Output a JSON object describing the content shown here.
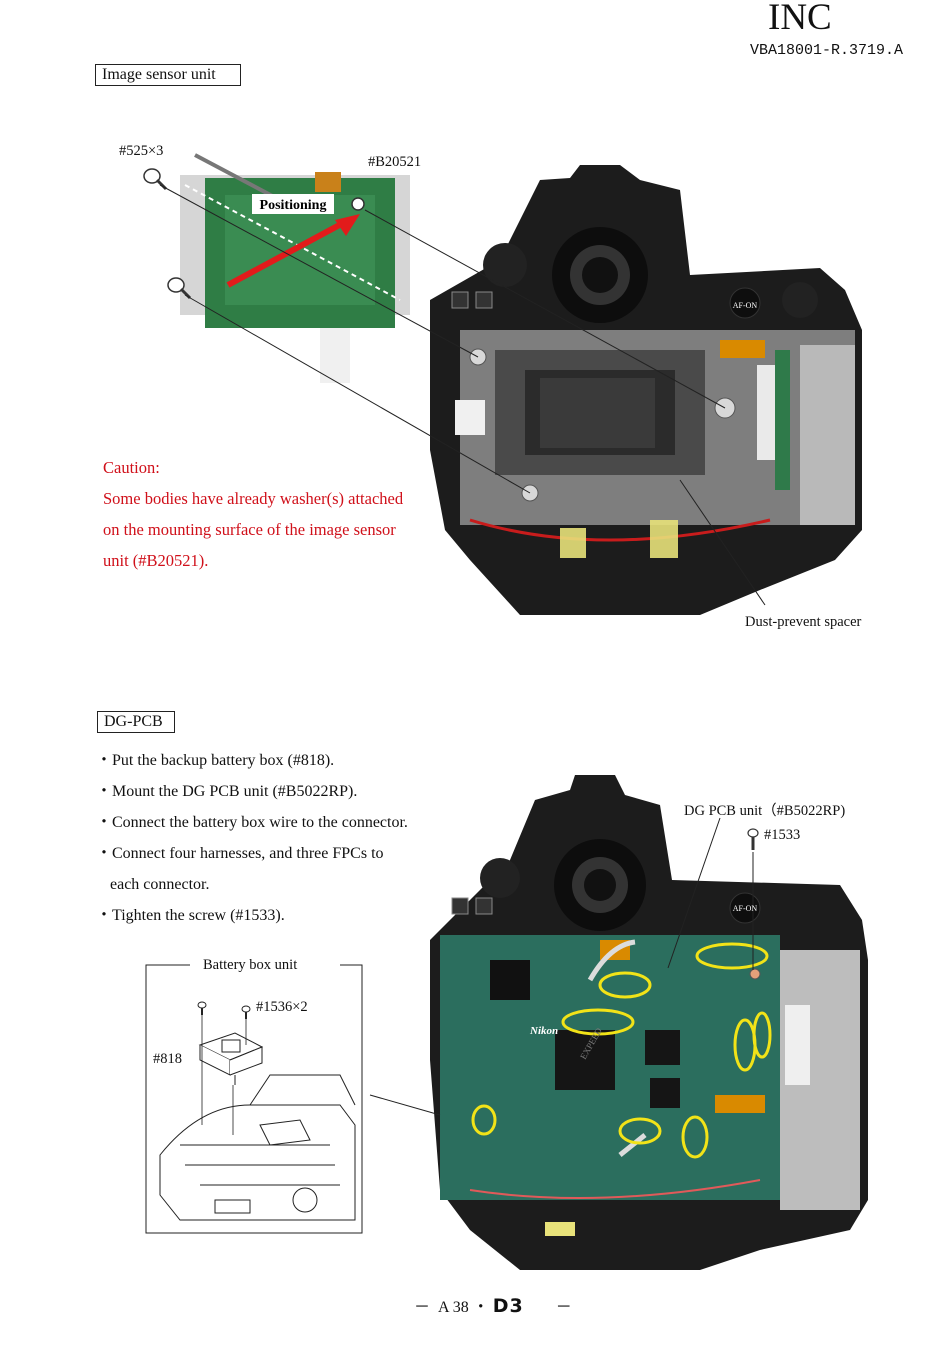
{
  "header": {
    "brand": "INC",
    "doc_code": "VBA18001-R.3719.A"
  },
  "section1": {
    "title": "Image sensor unit",
    "screw_a": "#525×3",
    "screw_b": "#B20521",
    "positioning": "Positioning",
    "caution_title": "Caution:",
    "caution_lines": [
      "Some bodies have already washer(s) attached",
      "on the mounting surface of the image sensor",
      "unit (#B20521)."
    ],
    "spacer_label": "Dust-prevent spacer",
    "camera_buttons": {
      "af_on": "AF-ON"
    }
  },
  "section2": {
    "title": "DG-PCB",
    "steps": [
      "・Put the backup battery box (#818).",
      "・Mount the DG PCB unit (#B5022RP).",
      "・Connect the battery box wire to the connector.",
      "・Connect four harnesses, and three FPCs to",
      "each connector.",
      "・Tighten the screw (#1533)."
    ],
    "pcb_label": "DG PCB unit（#B5022RP)",
    "screw_label": "#1533",
    "battery_box_title": "Battery box unit",
    "battery_screw": "#1536×2",
    "battery_part": "#818",
    "pcb_brand": "Nikon",
    "chip_text": "EXPEED"
  },
  "footer": {
    "left_dash": "－",
    "page": "A 38",
    "dot": "・",
    "model": "D3",
    "right_dash": "－"
  }
}
